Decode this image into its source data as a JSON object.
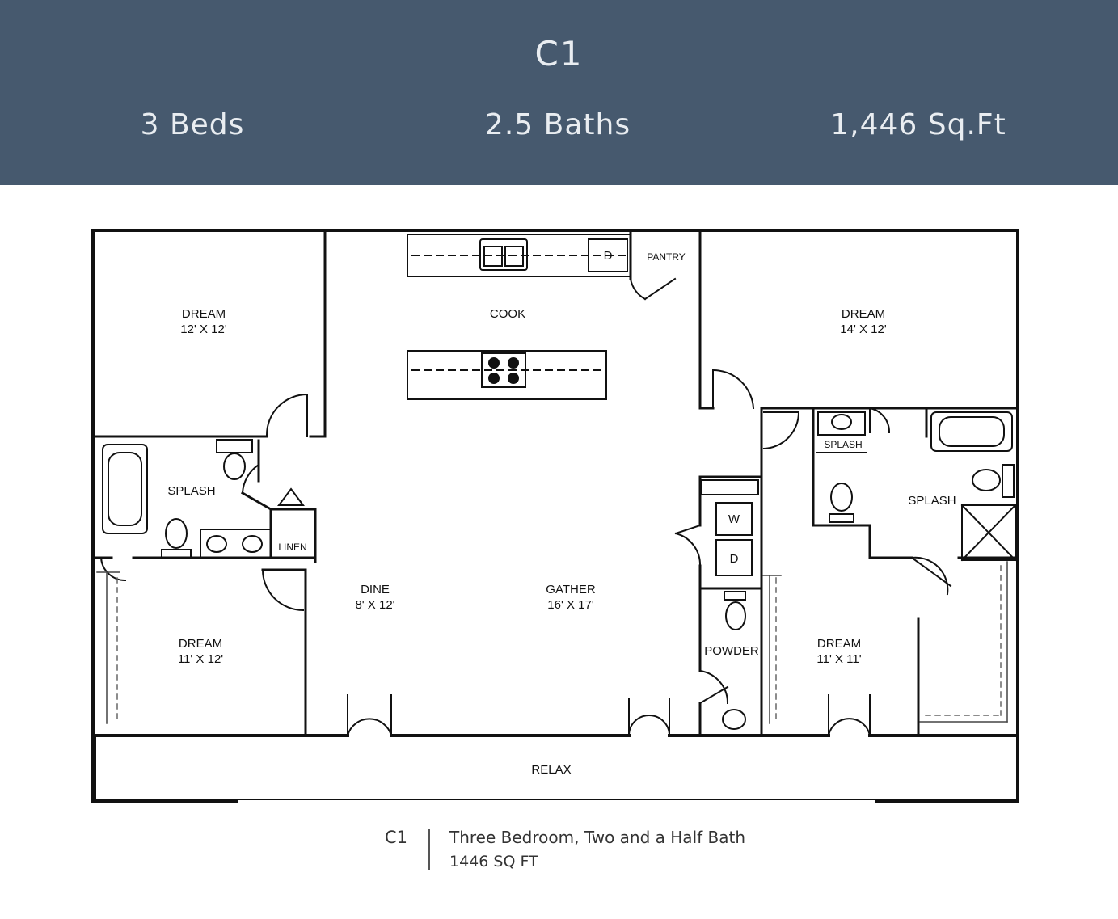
{
  "header": {
    "plan_name": "C1",
    "beds": "3 Beds",
    "baths": "2.5 Baths",
    "area": "1,446 Sq.Ft"
  },
  "rooms": {
    "dream_nw": {
      "name": "DREAM",
      "size": "12' X 12'"
    },
    "cook": {
      "name": "COOK"
    },
    "pantry": {
      "name": "PANTRY"
    },
    "dream_ne": {
      "name": "DREAM",
      "size": "14' X 12'"
    },
    "splash_w": {
      "name": "SPLASH"
    },
    "linen": {
      "name": "LINEN"
    },
    "splash_e_small": {
      "name": "SPLASH"
    },
    "splash_e": {
      "name": "SPLASH"
    },
    "washer": {
      "name": "W"
    },
    "dryer": {
      "name": "D"
    },
    "dishwasher": {
      "name": "D"
    },
    "dine": {
      "name": "DINE",
      "size": "8' X 12'"
    },
    "gather": {
      "name": "GATHER",
      "size": "16' X 17'"
    },
    "dream_sw": {
      "name": "DREAM",
      "size": "11' X 12'"
    },
    "powder": {
      "name": "POWDER"
    },
    "dream_se": {
      "name": "DREAM",
      "size": "11' X 11'"
    },
    "relax": {
      "name": "RELAX"
    }
  },
  "footer": {
    "code": "C1",
    "description": "Three Bedroom, Two and a Half Bath",
    "sqft": "1446 SQ FT"
  }
}
